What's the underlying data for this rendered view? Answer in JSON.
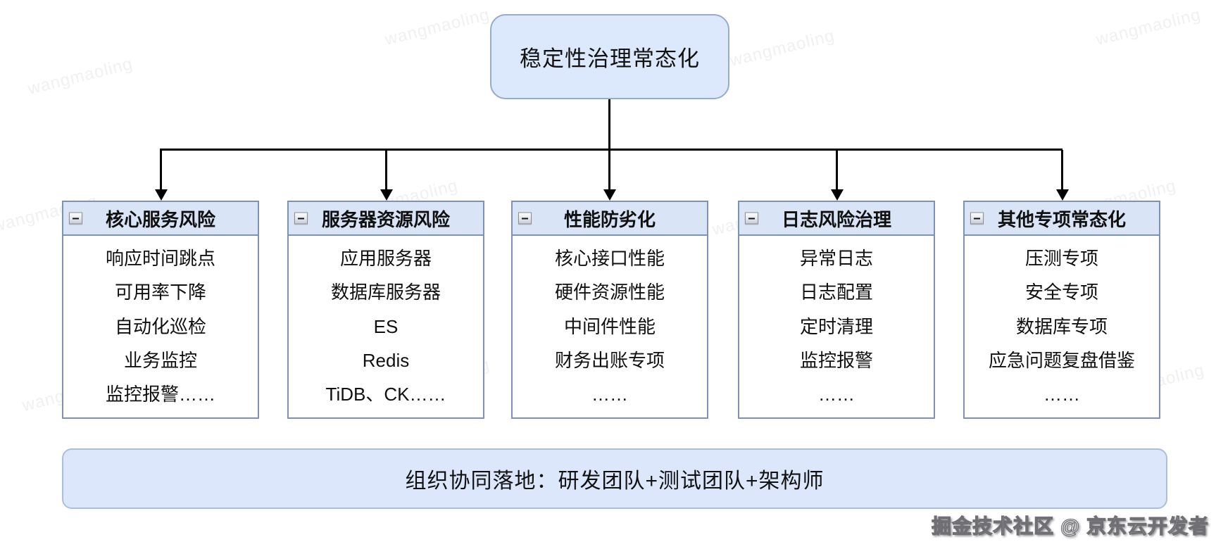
{
  "root": {
    "title": "稳定性治理常态化"
  },
  "columns": [
    {
      "title": "核心服务风险",
      "items": [
        "响应时间跳点",
        "可用率下降",
        "自动化巡检",
        "业务监控",
        "监控报警……"
      ]
    },
    {
      "title": "服务器资源风险",
      "items": [
        "应用服务器",
        "数据库服务器",
        "ES",
        "Redis",
        "TiDB、CK……"
      ]
    },
    {
      "title": "性能防劣化",
      "items": [
        "核心接口性能",
        "硬件资源性能",
        "中间件性能",
        "财务出账专项",
        "……"
      ]
    },
    {
      "title": "日志风险治理",
      "items": [
        "异常日志",
        "日志配置",
        "定时清理",
        "监控报警",
        "……"
      ]
    },
    {
      "title": "其他专项常态化",
      "items": [
        "压测专项",
        "安全专项",
        "数据库专项",
        "应急问题复盘借鉴",
        "……"
      ]
    }
  ],
  "banner": {
    "text": "组织协同落地：研发团队+测试团队+架构师"
  },
  "credit": {
    "text": "掘金技术社区 @ 京东云开发者"
  },
  "watermark": {
    "text": "wangmaoling"
  },
  "colors": {
    "node_fill": "#dce8fb",
    "node_border": "#99abcc",
    "box_border": "#7f92b5",
    "header_fill": "#d9e4f6",
    "banner_fill": "#dce7fb",
    "connector": "#000000"
  }
}
